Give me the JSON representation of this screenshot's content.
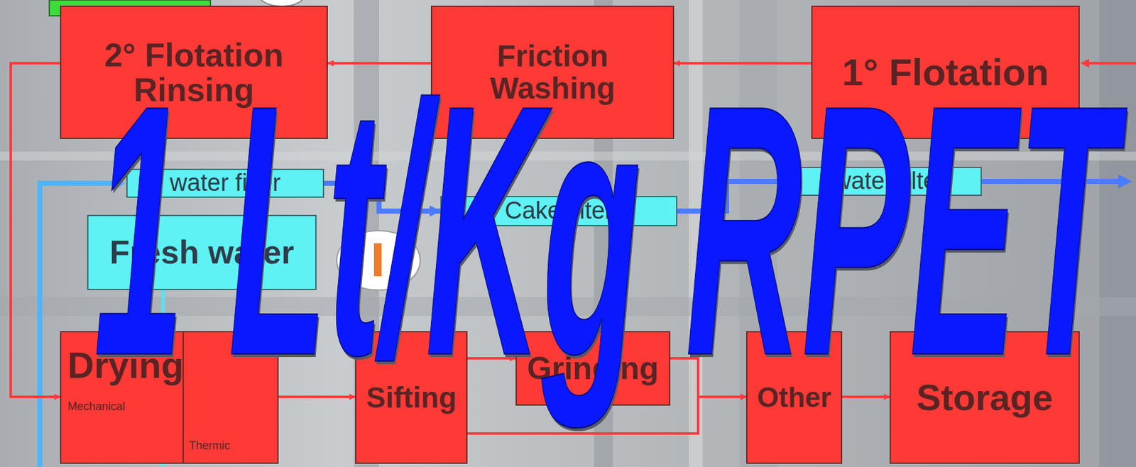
{
  "diagram": {
    "nodes": [
      {
        "text": [
          "2° Flotation Rinsing"
        ]
      },
      {
        "text": [
          "Friction Washing"
        ]
      },
      {
        "text": [
          "1° Flotation"
        ]
      },
      {
        "text": [
          "water filter"
        ]
      },
      {
        "text": [
          "Cake filter"
        ]
      },
      {
        "text": [
          "water filter"
        ]
      },
      {
        "text": [
          "Fresh water"
        ]
      },
      {
        "text": [
          "Drying",
          "Mechanical",
          "Thermic"
        ]
      },
      {
        "text": [
          "Sifting"
        ]
      },
      {
        "text": [
          "Grinding"
        ]
      },
      {
        "text": [
          "Other"
        ]
      },
      {
        "text": [
          "Storage"
        ]
      }
    ],
    "edges": [
      {
        "from": 2,
        "to": 1,
        "arrow": "to"
      },
      {
        "from": 1,
        "to": 0,
        "arrow": "to"
      },
      {
        "from": 0,
        "to": 7,
        "arrow": "to"
      },
      {
        "from": 7,
        "to": 8,
        "arrow": "to"
      },
      {
        "from": 8,
        "to": 9,
        "arrow": "to"
      },
      {
        "from": 8,
        "to": 10,
        "arrow": "to"
      },
      {
        "from": 9,
        "to": 10,
        "arrow": "to"
      },
      {
        "from": 10,
        "to": 11,
        "arrow": "to"
      },
      {
        "from": 6,
        "to": 7,
        "arrow": "to"
      },
      {
        "from": 3,
        "to": 4,
        "arrow": "to"
      },
      {
        "from": 4,
        "to": 5,
        "arrow": "to"
      }
    ],
    "labels": [
      "1 Lt/Kg RPET"
    ]
  }
}
